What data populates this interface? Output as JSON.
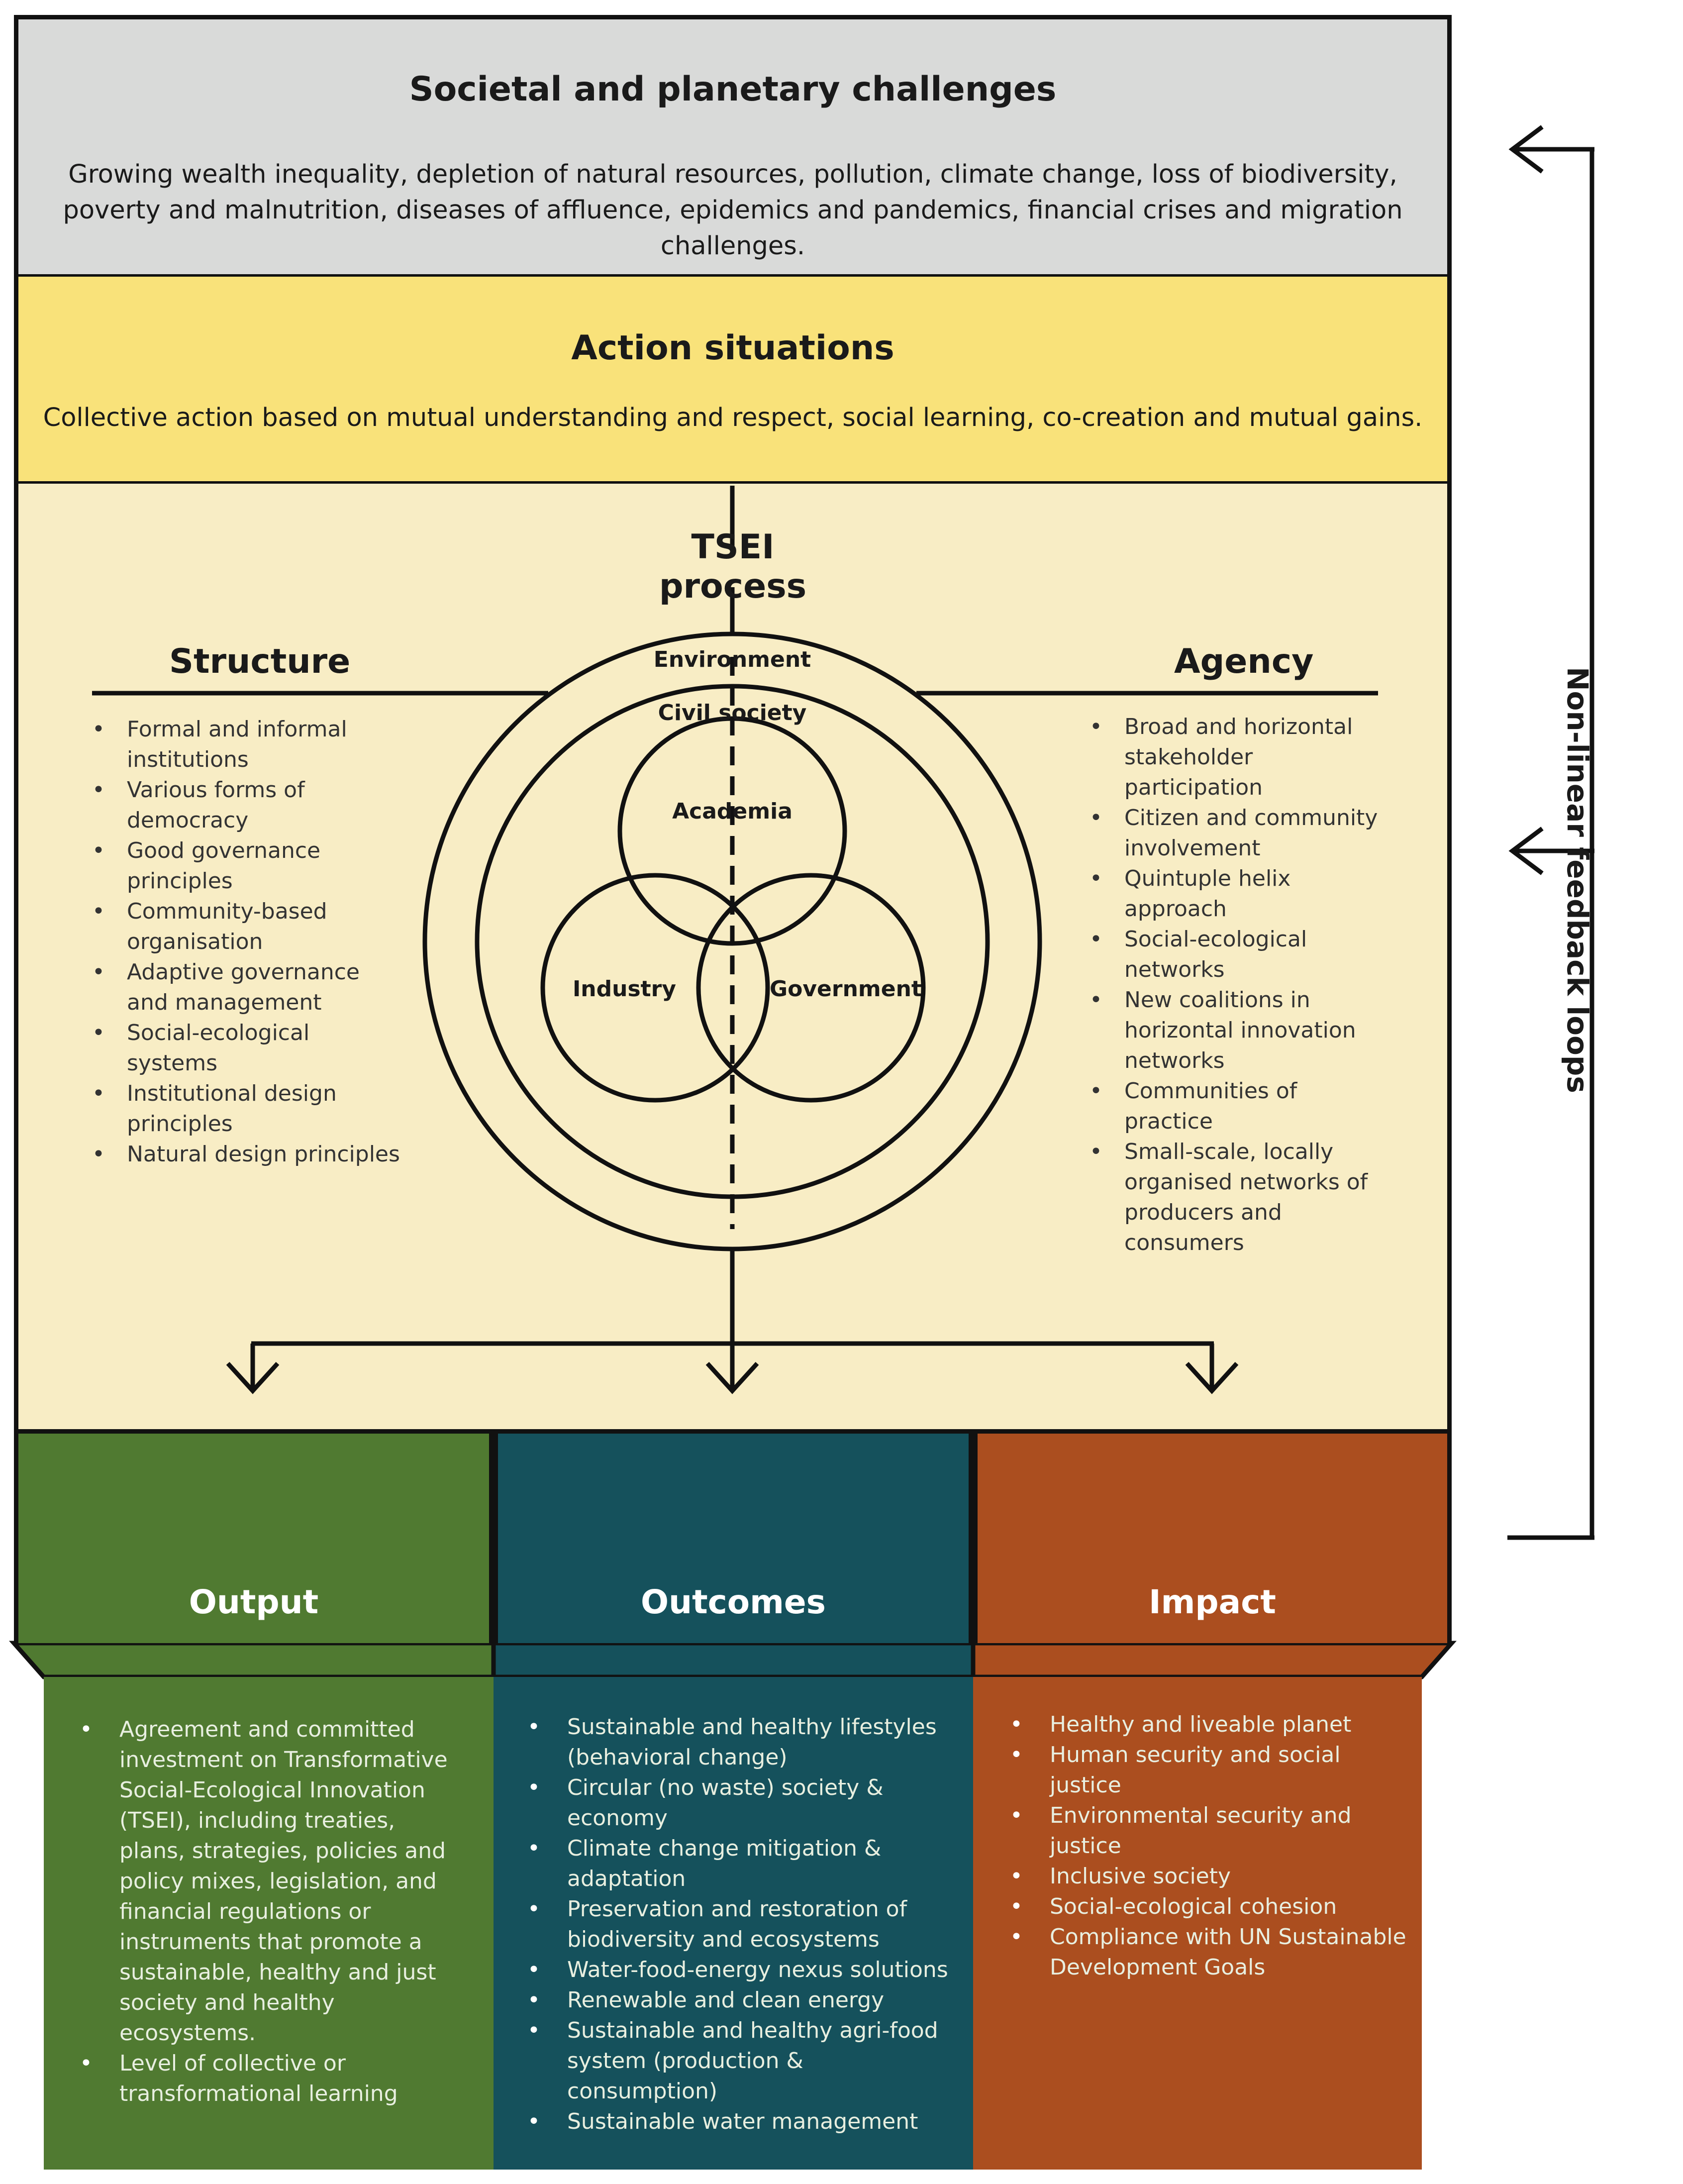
{
  "challenges": {
    "title": "Societal and planetary challenges",
    "text": "Growing wealth inequality, depletion of natural resources, pollution, climate change, loss of biodiversity, poverty and malnutrition, diseases of affluence, epidemics and pandemics, financial crises and migration challenges."
  },
  "action": {
    "title": "Action situations",
    "text": "Collective action based on mutual understanding and respect, social learning, co-creation and mutual gains."
  },
  "tsei": {
    "title": "TSEI process",
    "circles": {
      "environment": "Environment",
      "civil_society": "Civil society",
      "academia": "Academia",
      "industry": "Industry",
      "government": "Government"
    },
    "structure": {
      "title": "Structure",
      "items": [
        "Formal and informal institutions",
        "Various forms of democracy",
        "Good governance principles",
        "Community-based organisation",
        "Adaptive governance and management",
        "Social-ecological systems",
        "Institutional design principles",
        "Natural design principles"
      ]
    },
    "agency": {
      "title": "Agency",
      "items": [
        "Broad and horizontal stakeholder participation",
        "Citizen and community involvement",
        "Quintuple helix approach",
        "Social-ecological networks",
        "New coalitions in horizontal innovation networks",
        "Communities of practice",
        "Small-scale, locally organised networks of producers and consumers"
      ]
    }
  },
  "feedback_label": "Non-linear feedback loops",
  "output": {
    "label": "Output",
    "icon": "document-pen-icon",
    "items": [
      "Agreement and committed investment on Transformative Social-Ecological Innovation (TSEI), including treaties, plans, strategies, policies and policy mixes, legislation, and financial regulations or instruments that promote a sustainable, healthy and just society and healthy ecosystems.",
      "Level of collective or transformational learning"
    ]
  },
  "outcomes": {
    "label": "Outcomes",
    "icon": "lightbulb-icon",
    "items": [
      "Sustainable and healthy lifestyles (behavioral change)",
      "Circular (no waste) society & economy",
      "Climate change mitigation & adaptation",
      "Preservation and restoration of biodiversity and ecosystems",
      "Water-food-energy nexus solutions",
      "Renewable and clean energy",
      "Sustainable and healthy agri-food system (production & consumption)",
      "Sustainable water management"
    ]
  },
  "impact": {
    "label": "Impact",
    "icon": "arrow-forward-icon",
    "items": [
      "Healthy and liveable planet",
      "Human security and social justice",
      "Environmental security and justice",
      "Inclusive society",
      "Social-ecological cohesion",
      "Compliance with UN Sustainable Development Goals"
    ]
  },
  "colors": {
    "challenges_bg": "#d9dad9",
    "action_bg": "#f9e27a",
    "tsei_bg": "#f8edc5",
    "output": "#507a31",
    "outcomes": "#15515c",
    "impact": "#ab4e1f"
  }
}
